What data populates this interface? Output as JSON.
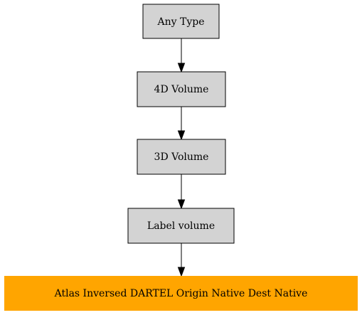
{
  "nodes": [
    {
      "id": "any-type",
      "label": "Any Type",
      "fill": "#d3d3d3",
      "border": true
    },
    {
      "id": "4d-volume",
      "label": "4D Volume",
      "fill": "#d3d3d3",
      "border": true
    },
    {
      "id": "3d-volume",
      "label": "3D Volume",
      "fill": "#d3d3d3",
      "border": true
    },
    {
      "id": "label-volume",
      "label": "Label volume",
      "fill": "#d3d3d3",
      "border": true
    },
    {
      "id": "atlas-inversed-dartel",
      "label": "Atlas Inversed DARTEL Origin Native Dest Native",
      "fill": "#ffa500",
      "border": false
    }
  ],
  "edges": [
    {
      "from": "any-type",
      "to": "4d-volume"
    },
    {
      "from": "4d-volume",
      "to": "3d-volume"
    },
    {
      "from": "3d-volume",
      "to": "label-volume"
    },
    {
      "from": "label-volume",
      "to": "atlas-inversed-dartel"
    }
  ]
}
